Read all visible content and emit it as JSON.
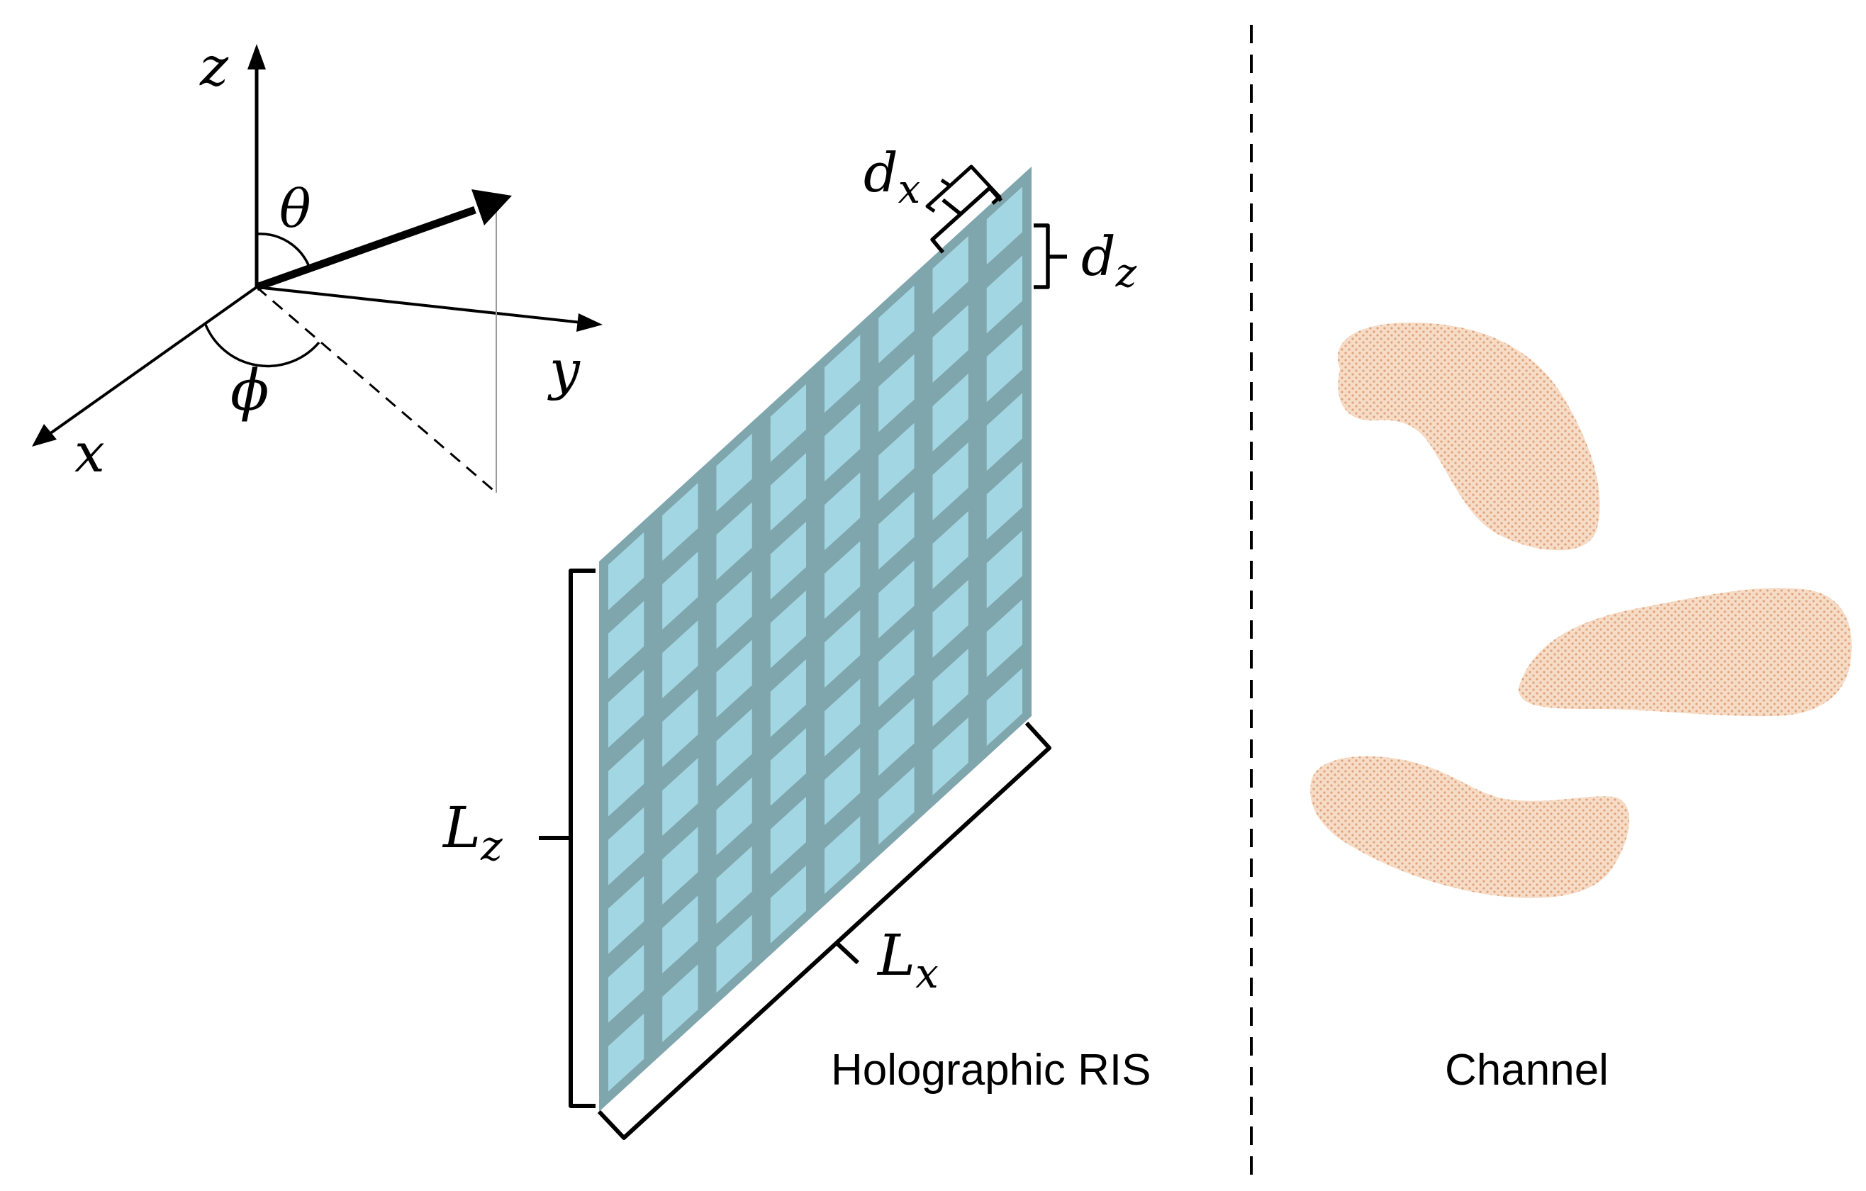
{
  "axes": {
    "z": "z",
    "y": "y",
    "x": "x",
    "theta": "θ",
    "phi": "ϕ"
  },
  "ris": {
    "label": "Holographic RIS",
    "rows": 8,
    "cols": 8,
    "dx": {
      "base": "d",
      "sub": "x"
    },
    "dz": {
      "base": "d",
      "sub": "z"
    },
    "Lx": {
      "base": "L",
      "sub": "x"
    },
    "Lz": {
      "base": "L",
      "sub": "z"
    }
  },
  "channel": {
    "label": "Channel",
    "blob_count": 3
  },
  "colors": {
    "frame": "#7fa5ad",
    "cell": "#a3d6e3",
    "blob_fill": "#f6dcc6",
    "blob_dot": "#e0a27a"
  }
}
